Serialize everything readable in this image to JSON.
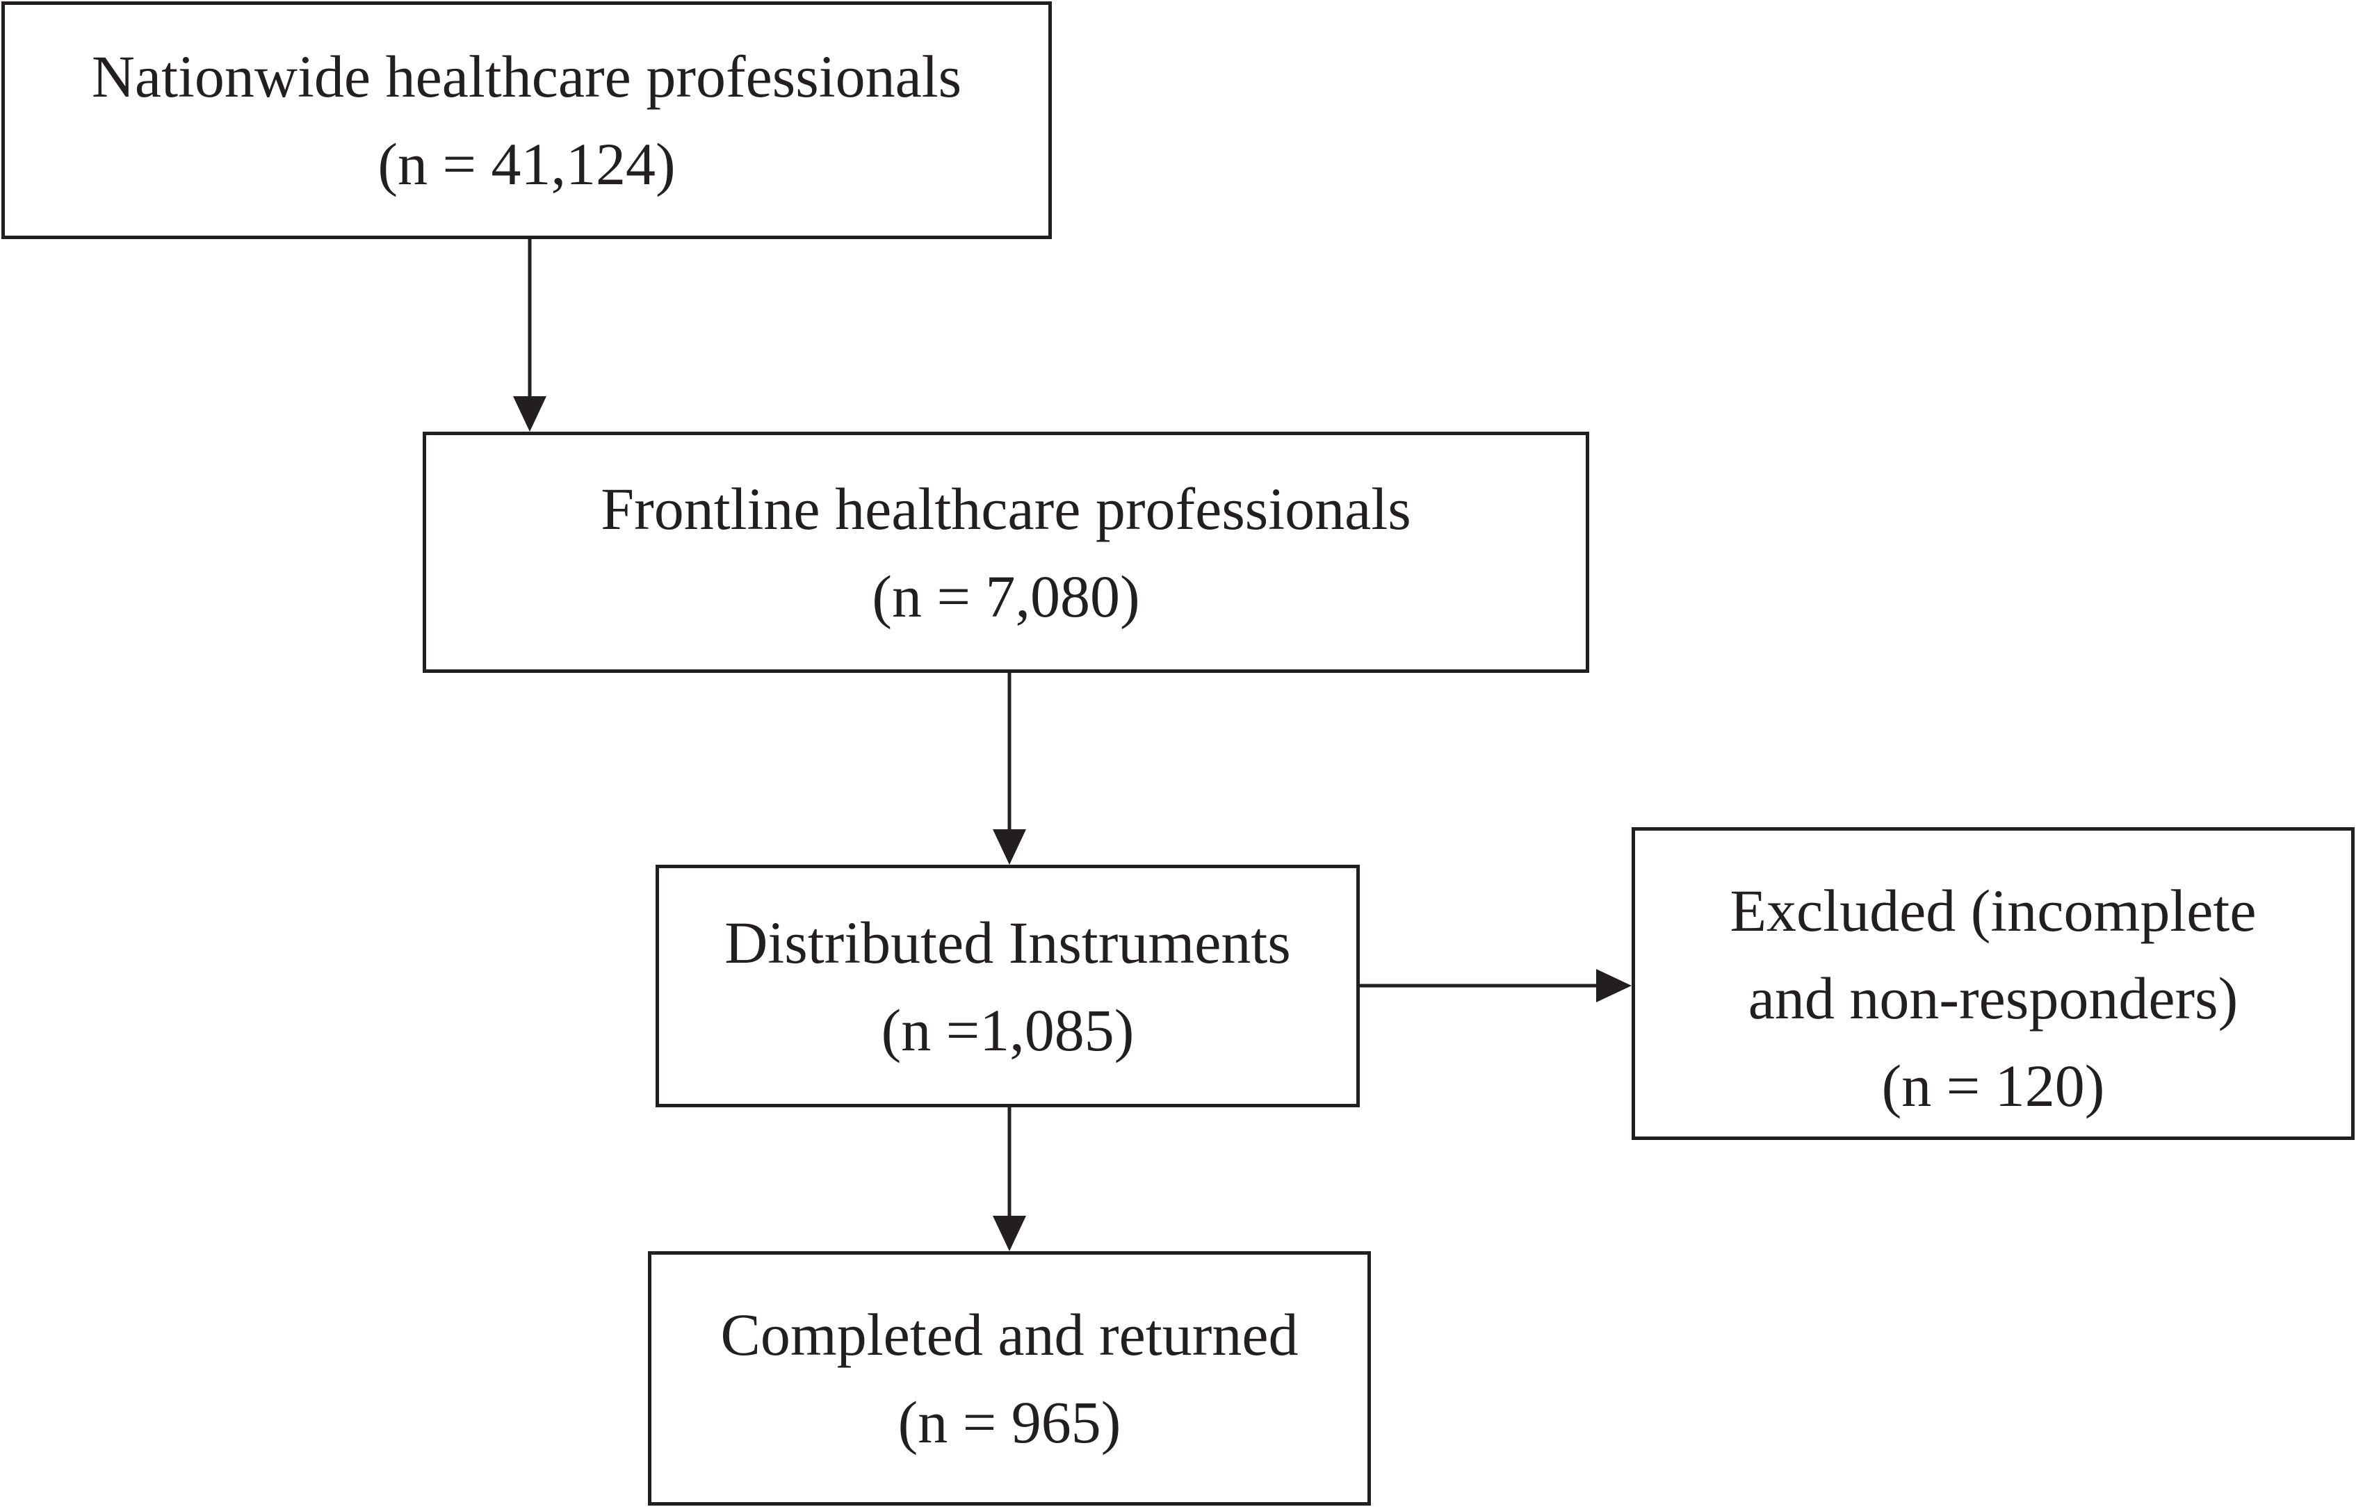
{
  "diagram": {
    "nodes": {
      "nationwide": {
        "line1": "Nationwide healthcare professionals",
        "line2": "(n = 41,124)"
      },
      "frontline": {
        "line1": "Frontline healthcare professionals",
        "line2": "(n = 7,080)"
      },
      "distributed": {
        "line1": "Distributed Instruments",
        "line2": "(n =1,085)"
      },
      "excluded": {
        "line1": "Excluded (incomplete",
        "line2": "and non-responders)",
        "line3": "(n = 120)"
      },
      "completed": {
        "line1": "Completed and returned",
        "line2": "(n = 965)"
      }
    },
    "edges": [
      {
        "from": "nationwide",
        "to": "frontline"
      },
      {
        "from": "frontline",
        "to": "distributed"
      },
      {
        "from": "distributed",
        "to": "excluded"
      },
      {
        "from": "distributed",
        "to": "completed"
      }
    ],
    "colors": {
      "stroke": "#231f20",
      "background": "#ffffff"
    }
  }
}
